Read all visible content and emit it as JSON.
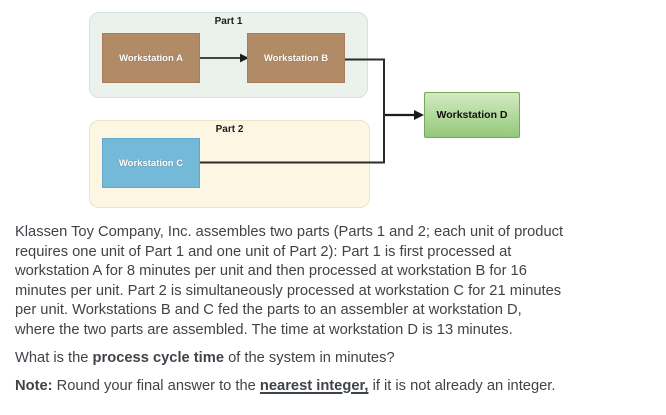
{
  "diagram": {
    "part1": {
      "label": "Part 1",
      "workstation_a": "Workstation A",
      "workstation_b": "Workstation B"
    },
    "part2": {
      "label": "Part 2",
      "workstation_c": "Workstation C"
    },
    "workstation_d": "Workstation D",
    "flow": [
      "Workstation A -> Workstation B",
      "Workstation B -> Workstation D",
      "Workstation C -> Workstation D"
    ],
    "colors": {
      "part1_fill": "#eaf2eb",
      "part1_border": "#d6e3d8",
      "part2_fill": "#fcf6e2",
      "part2_border": "#eee4c9",
      "workstation_ab_fill": "#b18a66",
      "workstation_c_fill": "#74b9d8",
      "workstation_d_fill_top": "#d3eabf",
      "workstation_d_fill_bottom": "#93c97c",
      "workstation_d_border": "#76a75c",
      "connector": "#2b2b2b",
      "body_text": "#3f4449"
    }
  },
  "problem": {
    "description_lines": [
      "Klassen Toy Company, Inc. assembles two parts (Parts 1 and 2; each unit of product",
      "requires one unit of Part 1 and one unit of Part 2): Part 1 is first processed at",
      "workstation A for 8 minutes per unit and then processed at workstation B for 16",
      "minutes per unit. Part 2 is simultaneously processed at workstation C for 21 minutes",
      "per unit. Workstations B and C fed the parts to an assembler at workstation D,",
      "where the two parts are assembled. The time at workstation D is 13 minutes."
    ],
    "question": {
      "prefix": "What is the ",
      "bold_term": "process cycle time",
      "suffix": " of the system in minutes?"
    },
    "note": {
      "label": "Note:",
      "before": " Round your final answer to the ",
      "emphasized": "nearest integer,",
      "after": " if it is not already an integer."
    }
  }
}
